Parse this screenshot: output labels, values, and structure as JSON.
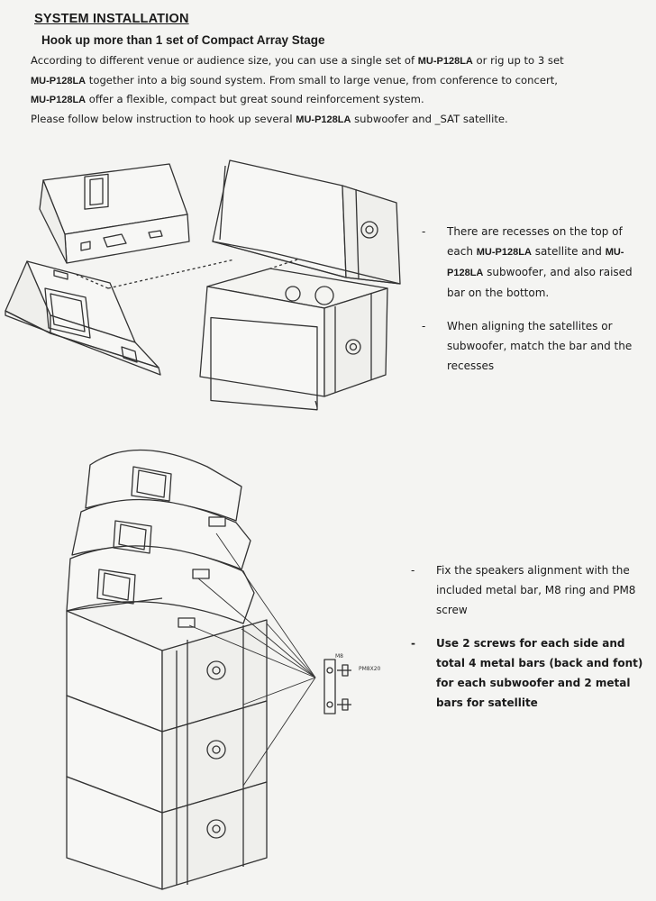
{
  "header": {
    "section_title": "SYSTEM INSTALLATION",
    "subtitle": "Hook up more than 1 set of Compact Array Stage"
  },
  "intro": {
    "line1_a": "According to different venue or audience size, you can use a single set of ",
    "line1_model": "MU-P128LA",
    "line1_b": " or rig up to 3 set",
    "line2_model": "MU-P128LA",
    "line2_b": " together into a big sound system. From small to large venue, from conference to concert,",
    "line3_model": "MU-P128LA",
    "line3_b": " offer a flexible, compact but great sound reinforcement system.",
    "line4_a": "Please follow below instruction to hook up several ",
    "line4_model": "MU-P128LA",
    "line4_b": "  subwoofer and _SAT satellite."
  },
  "notes_top": {
    "item1_a": "There are recesses on the top of each ",
    "item1_model1": "MU-P128LA",
    "item1_b": " satellite and ",
    "item1_model2": "MU-P128LA",
    "item1_c": " subwoofer, and also raised bar on the bottom.",
    "item2": "When aligning the satellites or subwoofer, match the bar and the recesses"
  },
  "notes_bottom": {
    "item1": "Fix the speakers alignment with the included metal bar, M8 ring and PM8 screw",
    "item2": "Use 2 screws for each side and total 4 metal bars (back and font) for each subwoofer and 2 metal bars for satellite"
  },
  "figure_labels": {
    "m8": "M8",
    "pm8": "PM8X20"
  },
  "colors": {
    "ink": "#1a1a1a",
    "line": "#333333",
    "paper": "#f4f4f2"
  },
  "bullet": "-"
}
